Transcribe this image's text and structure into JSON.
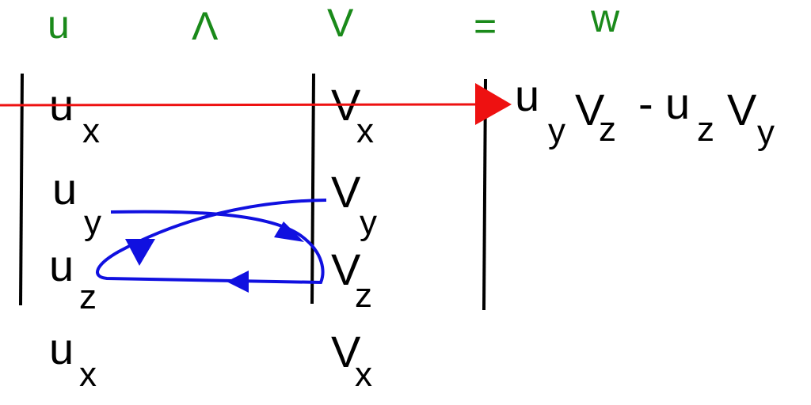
{
  "header": {
    "u": "u",
    "wedge": "Λ",
    "v": "V",
    "equals": "=",
    "w": "w"
  },
  "left_column": [
    {
      "base": "u",
      "sub": "x"
    },
    {
      "base": "u",
      "sub": "y"
    },
    {
      "base": "u",
      "sub": "z"
    },
    {
      "base": "u",
      "sub": "x"
    }
  ],
  "right_column": [
    {
      "base": "V",
      "sub": "x"
    },
    {
      "base": "V",
      "sub": "y"
    },
    {
      "base": "V",
      "sub": "z"
    },
    {
      "base": "V",
      "sub": "x"
    }
  ],
  "result": {
    "t1": "u",
    "t1s": "y",
    "t2": "V",
    "t2s": "z",
    "minus": "-",
    "t3": "u",
    "t3s": "z",
    "t4": "V",
    "t4s": "y"
  },
  "colors": {
    "header": "#1a8a1a",
    "arrow": "#ee1111",
    "loop": "#1010e0",
    "text": "#000000"
  }
}
